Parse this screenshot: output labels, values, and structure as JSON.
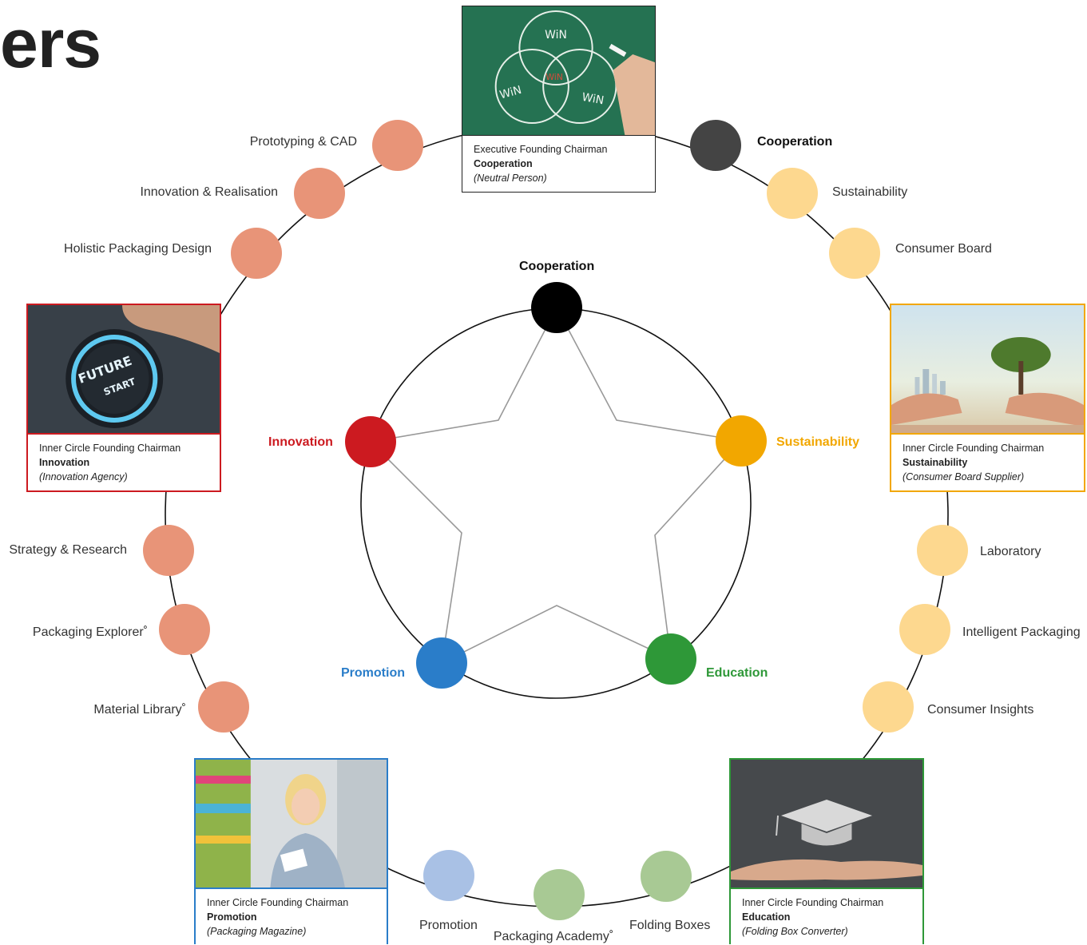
{
  "heading": "ers",
  "center": {
    "top": "Cooperation",
    "right": "Sustainability",
    "bottom_right": "Education",
    "bottom_left": "Promotion",
    "left": "Innovation"
  },
  "colors": {
    "cooperation": "#000000",
    "cooperation_outer": "#444444",
    "sustainability": "#f2a700",
    "sustainability_light": "#fdd88f",
    "education": "#2e9838",
    "education_light": "#a8c994",
    "promotion": "#2a7dc9",
    "promotion_light": "#a9c1e5",
    "innovation": "#cc1a20",
    "innovation_light": "#e89478"
  },
  "outer_labels": {
    "cooperation": "Cooperation",
    "sustainability": "Sustainability",
    "consumer_board": "Consumer Board",
    "laboratory": "Laboratory",
    "intelligent_packaging": "Intelligent Packaging",
    "consumer_insights": "Consumer Insights",
    "folding_boxes": "Folding Boxes",
    "packaging_academy": "Packaging Academy˚",
    "promotion": "Promotion",
    "material_library": "Material Library˚",
    "packaging_explorer": "Packaging Explorer˚",
    "strategy_research": "Strategy & Research",
    "holistic_design": "Holistic Packaging Design",
    "innovation_realisation": "Innovation & Realisation",
    "prototyping_cad": "Prototyping & CAD"
  },
  "cards": {
    "cooperation": {
      "role": "Executive Founding Chairman",
      "pillar": "Cooperation",
      "org": "(Neutral Person)",
      "photo_text": "WiN"
    },
    "sustainability": {
      "role": "Inner Circle Founding Chairman",
      "pillar": "Sustainability",
      "org": "(Consumer Board Supplier)"
    },
    "education": {
      "role": "Inner Circle Founding Chairman",
      "pillar": "Education",
      "org": "(Folding Box Converter)"
    },
    "promotion": {
      "role": "Inner Circle Founding Chairman",
      "pillar": "Promotion",
      "org": "(Packaging Magazine)"
    },
    "innovation": {
      "role": "Inner Circle Founding Chairman",
      "pillar": "Innovation",
      "org": "(Innovation Agency)",
      "photo_text_1": "FUTURE",
      "photo_text_2": "START"
    }
  }
}
